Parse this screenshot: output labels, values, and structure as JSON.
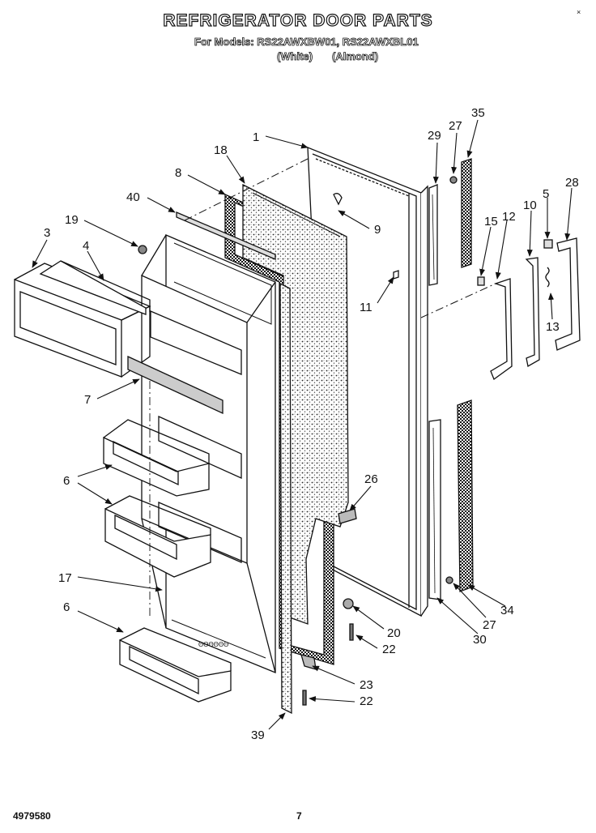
{
  "header": {
    "title": "REFRIGERATOR DOOR PARTS",
    "models_line": "For Models: RS22AWXBW01, RS22AWXBL01",
    "color_white": "(White)",
    "color_almond": "(Almond)",
    "corner_mark": "×"
  },
  "footer": {
    "doc_number": "4979580",
    "page_number": "7"
  },
  "callouts": {
    "c1": "1",
    "c3": "3",
    "c4": "4",
    "c5": "5",
    "c6a": "6",
    "c6b": "6",
    "c7": "7",
    "c8": "8",
    "c9": "9",
    "c10": "10",
    "c11": "11",
    "c12": "12",
    "c13": "13",
    "c15": "15",
    "c17": "17",
    "c18": "18",
    "c19": "19",
    "c20": "20",
    "c22a": "22",
    "c22b": "22",
    "c23": "23",
    "c26": "26",
    "c27a": "27",
    "c27b": "27",
    "c28": "28",
    "c29": "29",
    "c30": "30",
    "c34": "34",
    "c35": "35",
    "c39": "39",
    "c40": "40"
  }
}
